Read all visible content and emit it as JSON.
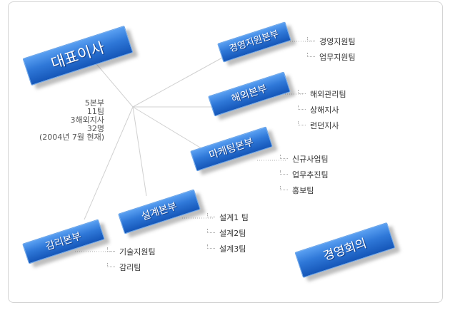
{
  "ceo": "대표이사",
  "summary": [
    "5본부",
    "11팀",
    "3해외지사",
    "32명",
    "(2004년 7월 현재)"
  ],
  "divisions": [
    {
      "name": "경영지원본부",
      "teams": [
        "경영지원팀",
        "업무지원팀"
      ]
    },
    {
      "name": "해외본부",
      "teams": [
        "해외관리팀",
        "상해지사",
        "런던지사"
      ]
    },
    {
      "name": "마케팅본부",
      "teams": [
        "신규사업팀",
        "업무추진팀",
        "홍보팀"
      ]
    },
    {
      "name": "설계본부",
      "teams": [
        "설계1 팀",
        "설계2팀",
        "설계3팀"
      ]
    },
    {
      "name": "감리본부",
      "teams": [
        "기술지원팀",
        "감리팀"
      ]
    }
  ],
  "council": "경영회의",
  "colors": {
    "banner_top": "#5aa0f2",
    "banner_bottom": "#1556b8",
    "line": "#d0d0d0"
  }
}
